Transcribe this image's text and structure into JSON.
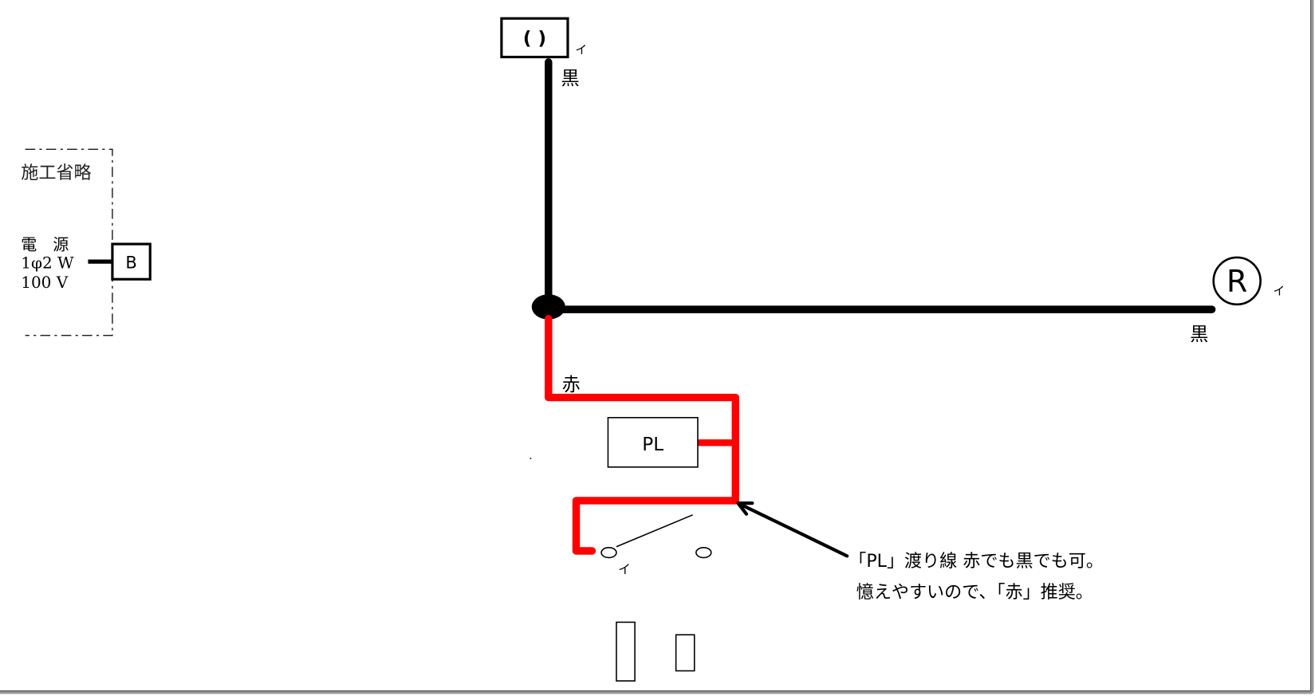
{
  "panel": {
    "omitted_label": "施工省略",
    "power_line1": "電　源",
    "power_line2": "1φ2 W",
    "power_line3": "100 V",
    "breaker_label": "B"
  },
  "ceiling_light": {
    "symbol": "( )",
    "switch_mark": "イ",
    "wire_label": "黒"
  },
  "receptacle": {
    "symbol": "R",
    "switch_mark": "イ",
    "wire_label": "黒"
  },
  "red_wire_label": "赤",
  "pilot_lamp": {
    "label": "PL"
  },
  "switch": {
    "mark": "イ"
  },
  "annotation": {
    "line1": "「PL」渡り線 赤でも黒でも可。",
    "line2": "憶えやすいので、「赤」推奨。"
  },
  "colors": {
    "black_wire": "#000000",
    "red_wire": "#ff0000"
  }
}
